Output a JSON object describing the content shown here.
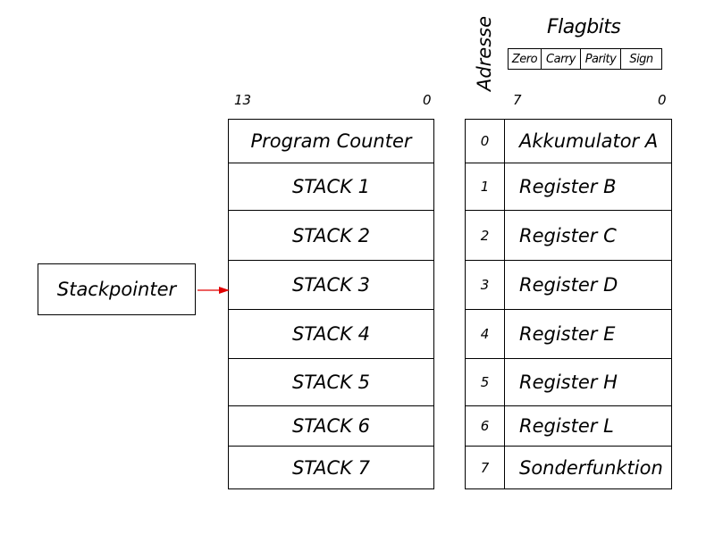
{
  "stack_table": {
    "bit_high": "13",
    "bit_low": "0",
    "rows": [
      {
        "label": "Program Counter"
      },
      {
        "label": "STACK 1"
      },
      {
        "label": "STACK 2"
      },
      {
        "label": "STACK 3"
      },
      {
        "label": "STACK 4"
      },
      {
        "label": "STACK 5"
      },
      {
        "label": "STACK 6"
      },
      {
        "label": "STACK 7"
      }
    ]
  },
  "stackpointer": {
    "label": "Stackpointer",
    "points_to": "STACK 3",
    "arrow_color": "#e00000"
  },
  "register_table": {
    "address_header": "Adresse",
    "bit_high": "7",
    "bit_low": "0",
    "rows": [
      {
        "address": "0",
        "label": "Akkumulator A"
      },
      {
        "address": "1",
        "label": "Register B"
      },
      {
        "address": "2",
        "label": "Register C"
      },
      {
        "address": "3",
        "label": "Register D"
      },
      {
        "address": "4",
        "label": "Register E"
      },
      {
        "address": "5",
        "label": "Register H"
      },
      {
        "address": "6",
        "label": "Register L"
      },
      {
        "address": "7",
        "label": "Sonderfunktion"
      }
    ]
  },
  "flagbits": {
    "title": "Flagbits",
    "flags": [
      "Zero",
      "Carry",
      "Parity",
      "Sign"
    ]
  }
}
